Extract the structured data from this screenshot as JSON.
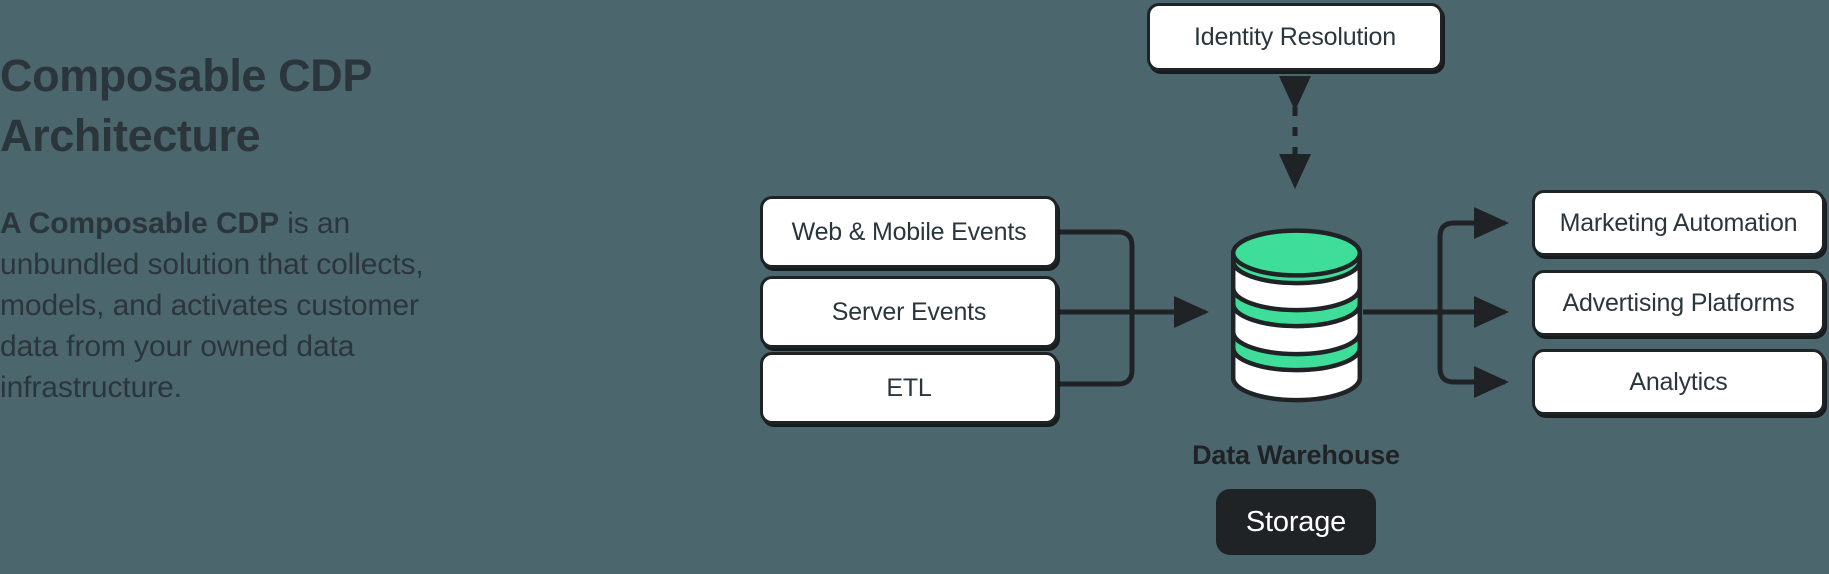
{
  "colors": {
    "background": "#4c666e",
    "ink": "#1f2326",
    "text_dark": "#2b363c",
    "accent_green": "#3edd9a",
    "node_fill": "#ffffff",
    "pill_fill": "#1f2326",
    "pill_text": "#ffffff"
  },
  "copy": {
    "headline": "Composable CDP\nArchitecture",
    "body_lead": "A Composable CDP",
    "body_rest": " is an unbundled solution that collects, models, and activates customer data from your owned data infrastructure."
  },
  "diagram": {
    "type": "flow",
    "sources": [
      {
        "label": "Web & Mobile Events"
      },
      {
        "label": "Server Events"
      },
      {
        "label": "ETL"
      }
    ],
    "hub": {
      "label": "Data Warehouse",
      "badge": "Storage",
      "icon": "database-cylinder-icon"
    },
    "overlay": {
      "label": "Identity Resolution",
      "connector": "dashed-bidirectional-arrow"
    },
    "destinations": [
      {
        "label": "Marketing Automation"
      },
      {
        "label": "Advertising Platforms"
      },
      {
        "label": "Analytics"
      }
    ],
    "edges": [
      {
        "from": "Web & Mobile Events",
        "to": "Data Warehouse",
        "style": "solid-arrow"
      },
      {
        "from": "Server Events",
        "to": "Data Warehouse",
        "style": "solid-arrow"
      },
      {
        "from": "ETL",
        "to": "Data Warehouse",
        "style": "solid-arrow"
      },
      {
        "from": "Identity Resolution",
        "to": "Data Warehouse",
        "style": "dashed-bidirectional"
      },
      {
        "from": "Data Warehouse",
        "to": "Marketing Automation",
        "style": "solid-arrow"
      },
      {
        "from": "Data Warehouse",
        "to": "Advertising Platforms",
        "style": "solid-arrow"
      },
      {
        "from": "Data Warehouse",
        "to": "Analytics",
        "style": "solid-arrow"
      }
    ]
  }
}
